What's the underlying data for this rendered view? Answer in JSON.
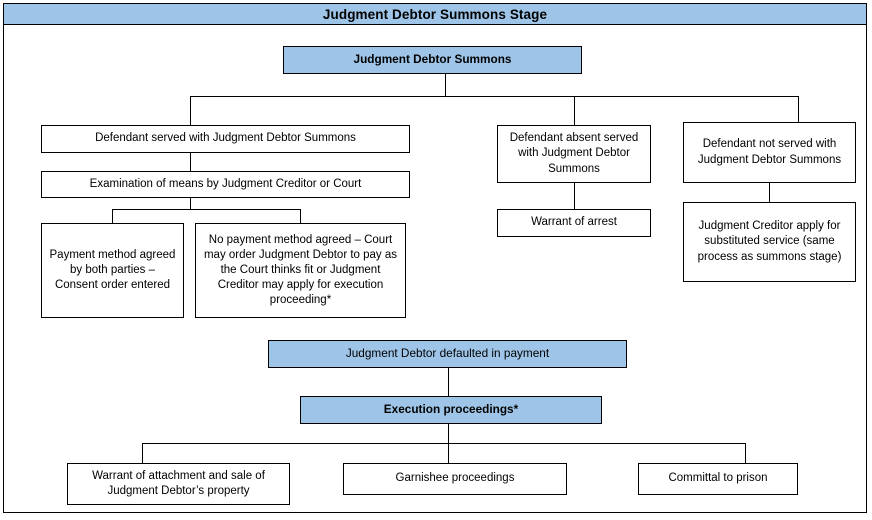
{
  "diagram": {
    "title": "Judgment Debtor Summons Stage",
    "accent_color": "#9EC5E8",
    "border_color": "#000000",
    "background_color": "#FFFFFF",
    "type": "flowchart"
  },
  "nodes": {
    "root": "Judgment Debtor Summons",
    "branch_served": "Defendant served with Judgment Debtor Summons",
    "examination": "Examination of means by Judgment Creditor or Court",
    "payment_agreed": "Payment method agreed by both parties – Consent order entered",
    "no_payment_agreed": "No payment method agreed – Court may order Judgment Debtor to pay as the Court thinks fit or Judgment Creditor may apply for execution proceeding*",
    "defendant_absent": "Defendant absent served with Judgment Debtor Summons",
    "warrant_of_arrest": "Warrant of arrest",
    "defendant_not_served": "Defendant not served with Judgment Debtor Summons",
    "substituted_service": "Judgment Creditor apply for substituted service (same process as summons stage)",
    "defaulted": "Judgment Debtor defaulted in payment",
    "execution": "Execution proceedings*",
    "warrant_attachment": "Warrant of attachment and sale of Judgment Debtor’s property",
    "garnishee": "Garnishee proceedings",
    "committal": "Committal to prison"
  }
}
